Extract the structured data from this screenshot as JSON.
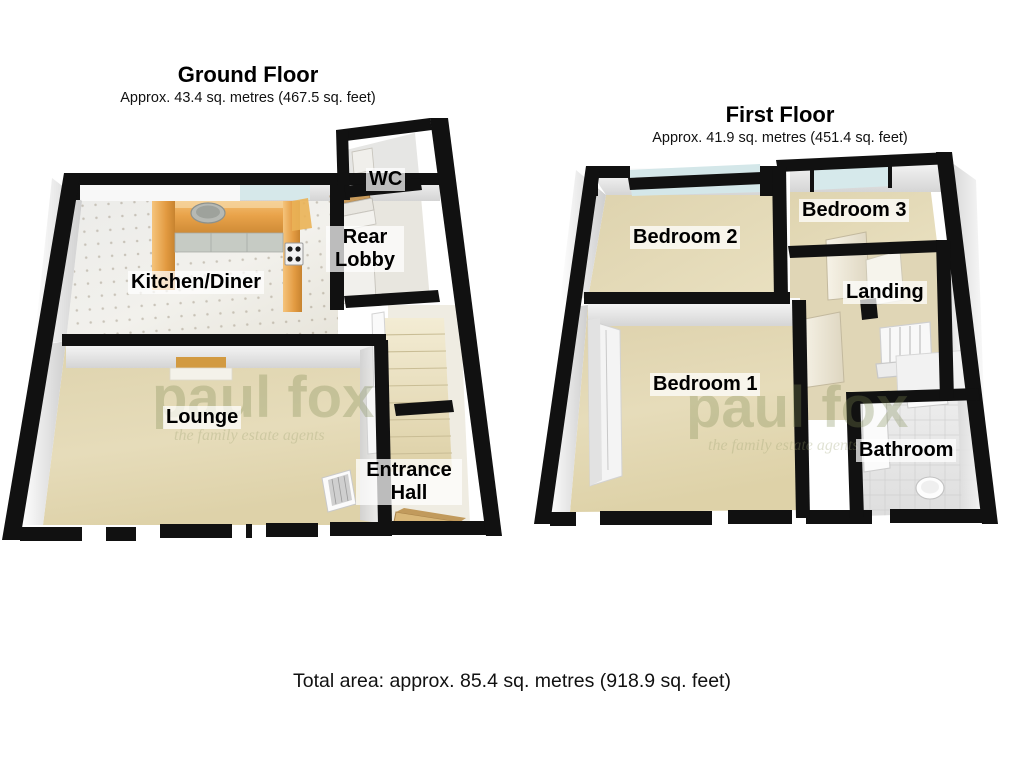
{
  "document": {
    "type": "floorplan",
    "total_area_text": "Total area: approx. 85.4 sq. metres (918.9 sq. feet)"
  },
  "watermark": {
    "brand": "paul fox",
    "tagline": "the family estate agents",
    "color": "#7e8a52"
  },
  "floors": [
    {
      "id": "ground",
      "title": "Ground Floor",
      "subtitle": "Approx. 43.4 sq. metres (467.5 sq. feet)",
      "rooms": [
        {
          "id": "kitchen-diner",
          "label": "Kitchen/Diner"
        },
        {
          "id": "wc",
          "label": "WC"
        },
        {
          "id": "rear-lobby",
          "label": "Rear\nLobby"
        },
        {
          "id": "lounge",
          "label": "Lounge"
        },
        {
          "id": "entrance-hall",
          "label": "Entrance\nHall"
        }
      ]
    },
    {
      "id": "first",
      "title": "First Floor",
      "subtitle": "Approx. 41.9 sq. metres (451.4 sq. feet)",
      "rooms": [
        {
          "id": "bedroom-2",
          "label": "Bedroom 2"
        },
        {
          "id": "bedroom-3",
          "label": "Bedroom 3"
        },
        {
          "id": "landing",
          "label": "Landing"
        },
        {
          "id": "bedroom-1",
          "label": "Bedroom 1"
        },
        {
          "id": "bathroom",
          "label": "Bathroom"
        }
      ]
    }
  ],
  "labels": {
    "ground_title": "Ground Floor",
    "ground_subtitle": "Approx. 43.4 sq. metres (467.5 sq. feet)",
    "first_title": "First Floor",
    "first_subtitle": "Approx. 41.9 sq. metres (451.4 sq. feet)",
    "kitchen_diner": "Kitchen/Diner",
    "wc": "WC",
    "rear_lobby_line1": "Rear",
    "rear_lobby_line2": "Lobby",
    "lounge": "Lounge",
    "entrance_hall_line1": "Entrance",
    "entrance_hall_line2": "Hall",
    "bedroom_1": "Bedroom 1",
    "bedroom_2": "Bedroom 2",
    "bedroom_3": "Bedroom 3",
    "landing": "Landing",
    "bathroom": "Bathroom",
    "total_area": "Total area: approx. 85.4 sq. metres (918.9 sq. feet)"
  },
  "palette": {
    "wall_outline": "#111111",
    "wall_face": "#f2f2f2",
    "wall_shade": "#d9d9d9",
    "carpet_lounge": "#e2d8b4",
    "carpet_bedroom": "#e3d7b2",
    "kitchen_tile": "#efefe8",
    "bathroom_tile": "#e9e9e9",
    "kitchen_units": "#e8a349",
    "stair_tread": "#ece2c2",
    "window_glass": "#cfe4e6",
    "door_wood": "#d9c39a",
    "background": "#ffffff"
  }
}
